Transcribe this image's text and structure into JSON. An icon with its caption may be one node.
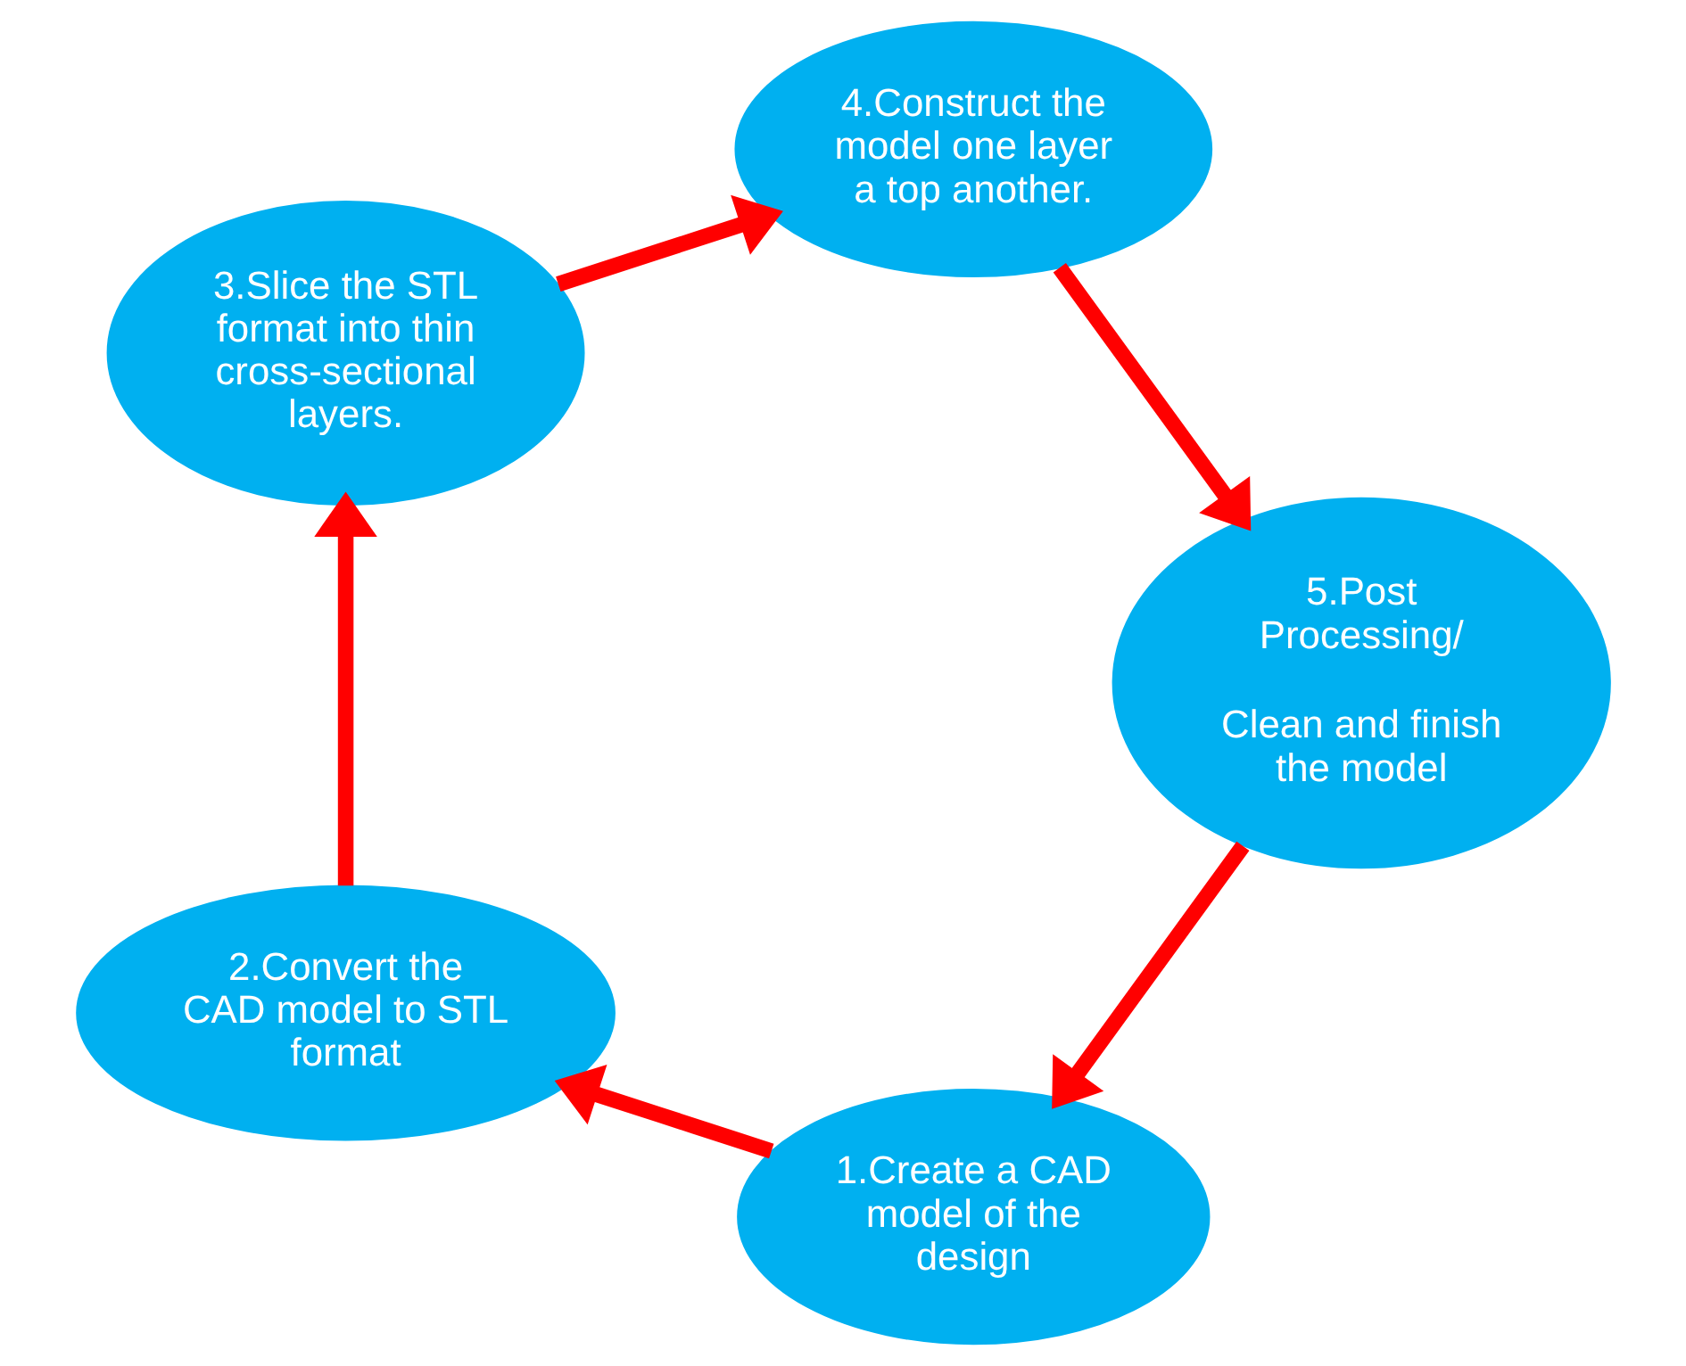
{
  "diagram": {
    "nodes": [
      {
        "text": [
          "1.Create a CAD model of the design"
        ]
      },
      {
        "text": [
          "2.Convert the CAD model to STL format"
        ]
      },
      {
        "text": [
          "3.Slice the STL format into thin cross-sectional layers."
        ]
      },
      {
        "text": [
          "4.Construct the model one layer a top another."
        ]
      },
      {
        "text": [
          "5.Post Processing/",
          "Clean and finish the model"
        ]
      }
    ],
    "edges": [
      {
        "from": 0,
        "to": 1,
        "arrow": "to"
      },
      {
        "from": 1,
        "to": 2,
        "arrow": "to"
      },
      {
        "from": 2,
        "to": 3,
        "arrow": "to"
      },
      {
        "from": 3,
        "to": 4,
        "arrow": "to"
      },
      {
        "from": 4,
        "to": 0,
        "arrow": "to"
      }
    ]
  }
}
